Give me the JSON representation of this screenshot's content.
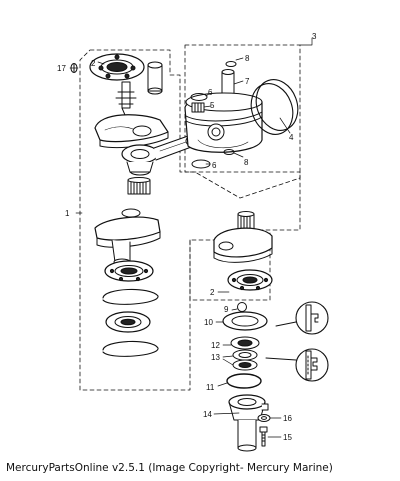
{
  "diagram": {
    "callouts": {
      "n1": "1",
      "n2a": "2",
      "n2b": "2",
      "n3": "3",
      "n4": "4",
      "n5": "5",
      "n6a": "6",
      "n6b": "6",
      "n7": "7",
      "n8a": "8",
      "n8b": "8",
      "n9": "9",
      "n10": "10",
      "n11": "11",
      "n12": "12",
      "n13": "13",
      "n14": "14",
      "n15": "15",
      "n16": "16",
      "n17": "17"
    }
  },
  "footer": {
    "caption": "MercuryPartsOnline v2.5.1 (Image Copyright- Mercury Marine)"
  },
  "colors": {
    "ink": "#111111",
    "background": "#ffffff"
  }
}
